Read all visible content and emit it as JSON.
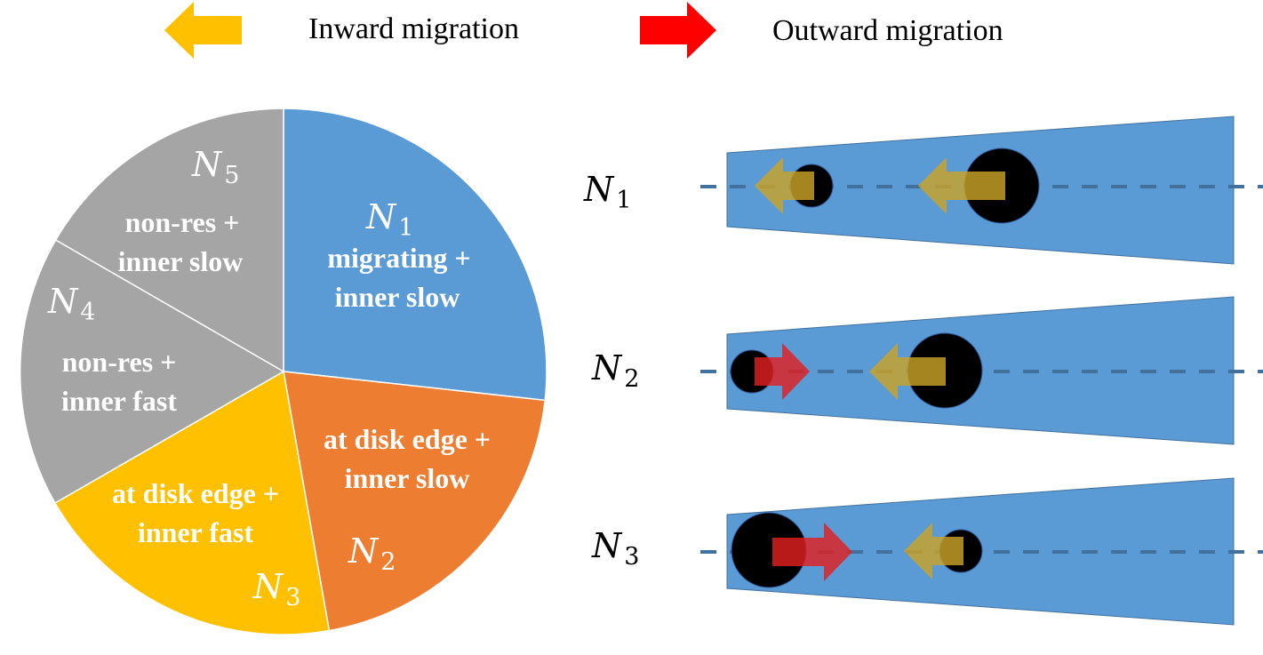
{
  "legend": {
    "inward": {
      "label": "Inward migration",
      "color": "#FFC000"
    },
    "outward": {
      "label": "Outward migration",
      "color": "#FF0000"
    }
  },
  "pie": {
    "slices": [
      {
        "symbol": "N",
        "sub": "1",
        "lines": [
          "migrating +",
          "inner slow"
        ],
        "color": "#5B9BD5"
      },
      {
        "symbol": "N",
        "sub": "2",
        "lines": [
          "at disk edge +",
          "inner slow"
        ],
        "color": "#ED7D31"
      },
      {
        "symbol": "N",
        "sub": "3",
        "lines": [
          "at disk edge +",
          "inner fast"
        ],
        "color": "#FFC000"
      },
      {
        "symbol": "N",
        "sub": "4",
        "lines": [
          "non-res +",
          "inner fast"
        ],
        "color": "#A5A5A5"
      },
      {
        "symbol": "N",
        "sub": "5",
        "lines": [
          "non-res +",
          "inner slow"
        ],
        "color": "#A5A5A5"
      }
    ]
  },
  "disk_rows": [
    {
      "symbol": "N",
      "sub": "1",
      "icons": [
        "inward-arrow",
        "inward-arrow"
      ]
    },
    {
      "symbol": "N",
      "sub": "2",
      "icons": [
        "outward-arrow",
        "inward-arrow"
      ]
    },
    {
      "symbol": "N",
      "sub": "3",
      "icons": [
        "outward-arrow",
        "inward-arrow"
      ]
    }
  ],
  "colors": {
    "disk": "#5B9BD5",
    "disk_border": "#41719C",
    "dash": "#41719C",
    "planet": "#000000",
    "inward_arrow": "#C9A227",
    "outward_arrow": "#E02020"
  }
}
